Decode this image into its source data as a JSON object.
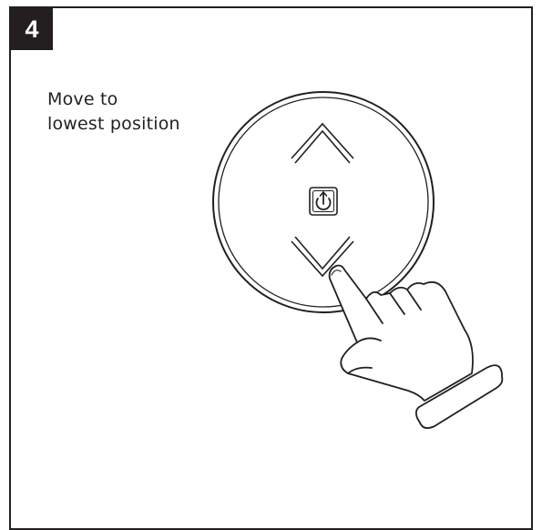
{
  "step": {
    "number": "4"
  },
  "instruction": {
    "line1": "Move to",
    "line2": "lowest position"
  },
  "icons": [
    "up-arrow-icon",
    "power-icon",
    "down-arrow-icon",
    "pointing-hand-icon"
  ],
  "colors": {
    "ink": "#231f20",
    "background": "#ffffff"
  }
}
